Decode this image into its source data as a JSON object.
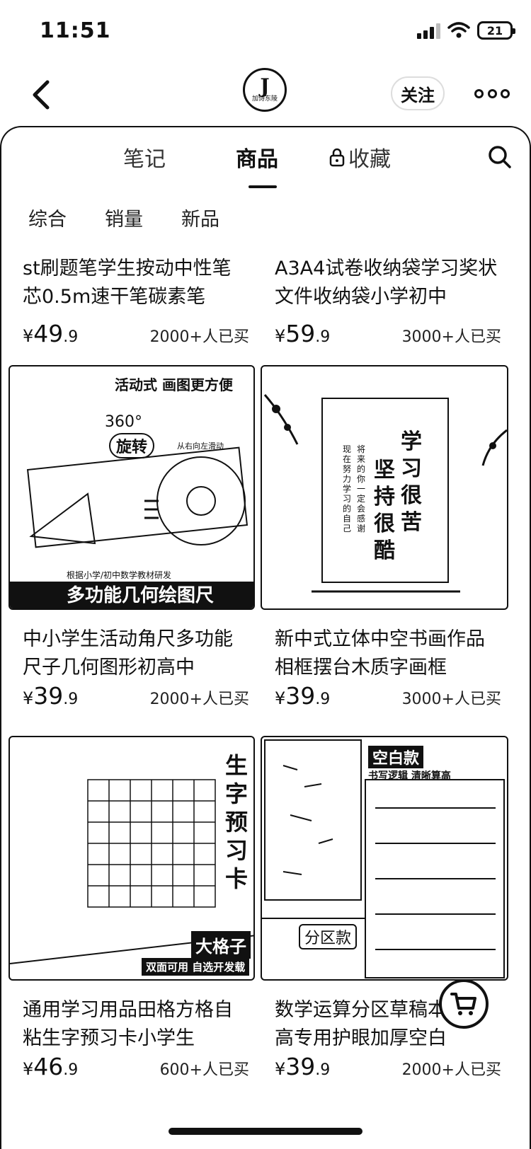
{
  "status_bar": {
    "time": "11:51",
    "battery": "21"
  },
  "nav": {
    "logo_mark": "J",
    "logo_text": "加诗东陵",
    "follow_label": "关注"
  },
  "tabs": [
    {
      "label": "笔记",
      "active": false
    },
    {
      "label": "商品",
      "active": true
    },
    {
      "label": "收藏",
      "active": false,
      "locked": true
    }
  ],
  "filters": [
    {
      "label": "综合"
    },
    {
      "label": "销量"
    },
    {
      "label": "新品"
    }
  ],
  "products": [
    {
      "title": "st刷题笔学生按动中性笔芯0.5m速干笔碳素笔",
      "price_symbol": "¥",
      "price_int": "49",
      "price_dec": ".9",
      "sold": "2000+人已买"
    },
    {
      "title": "A3A4试卷收纳袋学习奖状文件收纳袋小学初中",
      "price_symbol": "¥",
      "price_int": "59",
      "price_dec": ".9",
      "sold": "3000+人已买"
    },
    {
      "title": "中小学生活动角尺多功能尺子几何图形初高中",
      "price_symbol": "¥",
      "price_int": "39",
      "price_dec": ".9",
      "sold": "2000+人已买",
      "image_text": {
        "heading": "活动式 画图更方便",
        "rotate_num": "360°",
        "rotate_word": "旋转",
        "hint": "从右向左滑动",
        "sub": "根据小学/初中数学教材研发",
        "banner": "多功能几何绘图尺"
      }
    },
    {
      "title": "新中式立体中空书画作品相框摆台木质字画框",
      "price_symbol": "¥",
      "price_int": "39",
      "price_dec": ".9",
      "sold": "3000+人已买",
      "image_text": {
        "line1": "学习很苦",
        "line2": "坚持很酷",
        "small1": "将来的你一定会感谢",
        "small2": "现在努力学习的自己"
      }
    },
    {
      "title": "通用学习用品田格方格自粘生字预习卡小学生",
      "price_symbol": "¥",
      "price_int": "46",
      "price_dec": ".9",
      "sold": "600+人已买",
      "image_text": {
        "vertical": "生字预习卡",
        "badge": "大格子",
        "bottom": "双面可用 自选开发载"
      }
    },
    {
      "title": "数学运算分区草稿本小初高专用护眼加厚空白",
      "price_symbol": "¥",
      "price_int": "39",
      "price_dec": ".9",
      "sold": "2000+人已买",
      "image_text": {
        "top_badge": "空白款",
        "top_sub": "书写逻辑 清晰算高",
        "mid_badge": "分区款"
      }
    }
  ],
  "colors": {
    "ink": "#111111",
    "background": "#ffffff"
  },
  "icons": {
    "back": "chevron-left-icon",
    "more": "more-dots-icon",
    "search": "search-icon",
    "lock": "lock-icon",
    "cart": "cart-icon"
  }
}
